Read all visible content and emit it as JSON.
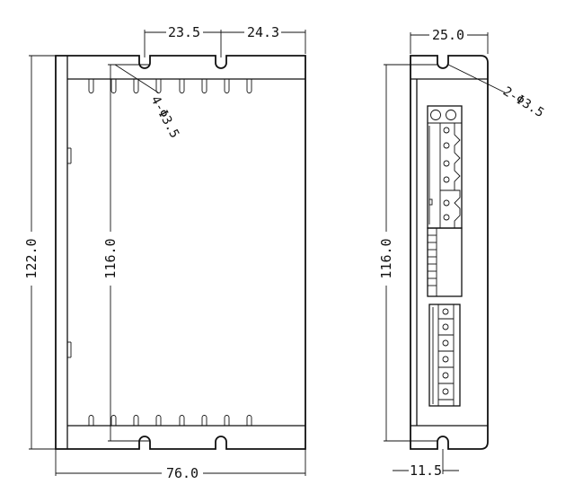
{
  "dimensions": {
    "front_hole_spacing_left": "23.5",
    "front_hole_spacing_right": "24.3",
    "front_hole_callout": "4-Φ3.5",
    "front_total_height": "122.0",
    "front_inner_height": "116.0",
    "front_width": "76.0",
    "side_width": "25.0",
    "side_hole_callout": "2-Φ3.5",
    "side_inner_height": "116.0",
    "side_hole_offset": "11.5"
  }
}
